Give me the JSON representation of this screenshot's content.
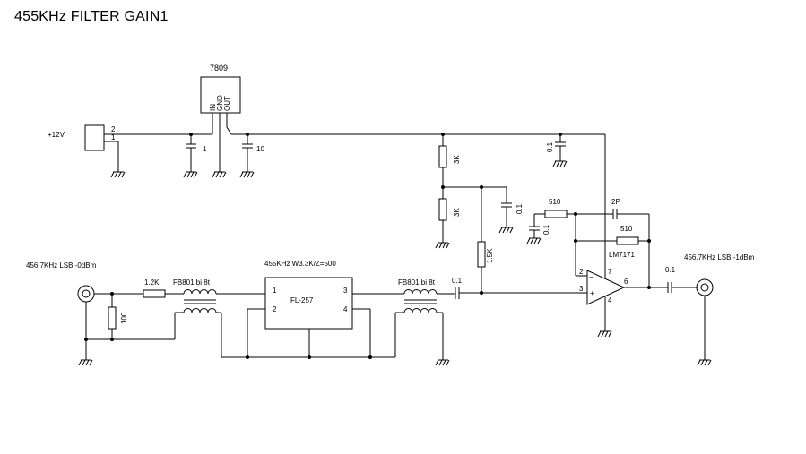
{
  "title": "455KHz FILTER GAIN1",
  "regulator": {
    "part": "7809",
    "pins": [
      "IN",
      "GND",
      "OUT"
    ]
  },
  "power": {
    "label": "+12V",
    "pin_2": "2",
    "pin_1": "1"
  },
  "caps": {
    "c_reg_in": "1",
    "c_reg_out": "10",
    "c_rail": "0.1",
    "c_bias": "0.1",
    "c_fb": "0.1",
    "c_couple_in": "0.1",
    "c_out": "0.1",
    "c_2p": "2P"
  },
  "resistors": {
    "r_bias_top": "3K",
    "r_bias_bot": "3K",
    "r_1k5": "1.5K",
    "r_in": "1.2K",
    "r_100": "100",
    "r_510_a": "510",
    "r_510_b": "510"
  },
  "input": {
    "label": "456.7KHz LSB -0dBm"
  },
  "output": {
    "label": "456.7KHz LSB -1dBm"
  },
  "transformers": {
    "left": "FB801 bi 8t",
    "right": "FB801 bi 8t"
  },
  "filter": {
    "name": "FL-257",
    "spec": "455KHz W3.3K/Z=500",
    "pins": [
      "1",
      "2",
      "3",
      "4"
    ]
  },
  "opamp": {
    "part": "LM7171",
    "pin2": "2",
    "pin3": "3",
    "pin4": "4",
    "pin6": "6",
    "pin7": "7",
    "minus": "−",
    "plus": "+"
  }
}
